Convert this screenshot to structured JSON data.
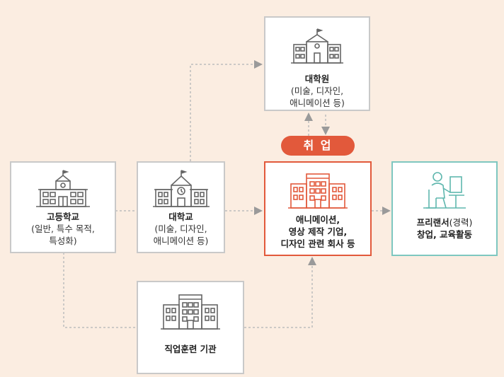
{
  "colors": {
    "background": "#fbede1",
    "accent_red": "#e2593b",
    "accent_teal": "#7ec7c0",
    "box_border": "#c9c9c9",
    "connector": "#bdbdbd"
  },
  "badge": {
    "label": "취 업"
  },
  "nodes": {
    "graduate_school": {
      "title": "대학원",
      "lines": [
        "(미술, 디자인,",
        "애니메이션 등)"
      ],
      "icon": "university-building-icon"
    },
    "high_school": {
      "title": "고등학교",
      "lines": [
        "(일반, 특수 목적,",
        "특성화)"
      ],
      "icon": "school-building-icon"
    },
    "university": {
      "title": "대학교",
      "lines": [
        "(미술, 디자인,",
        "애니메이션 등)"
      ],
      "icon": "university-building-icon"
    },
    "employment": {
      "lines": [
        "애니메이션,",
        "영상 제작 기업,",
        "디자인 관련 회사 등"
      ],
      "icon": "office-building-icon"
    },
    "freelancer": {
      "title_main": "프리랜서",
      "title_sub": "(경력)",
      "lines": [
        "창업, 교육활동"
      ],
      "icon": "designer-at-desk-icon"
    },
    "vocational": {
      "title": "직업훈련 기관",
      "icon": "training-institute-building-icon"
    }
  }
}
